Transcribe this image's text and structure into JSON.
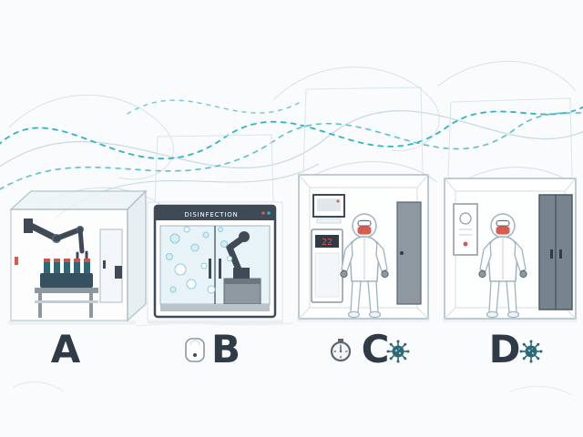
{
  "labels": {
    "room_a": "A",
    "room_b": "B",
    "room_c": "C",
    "room_d": "D"
  },
  "room_b": {
    "header": "DISINFECTION"
  },
  "room_c": {
    "display": "22"
  },
  "icons": {
    "dispenser": "dispenser-icon",
    "stopwatch": "stopwatch-icon",
    "virus_c": "virus-icon",
    "virus_d": "virus-icon"
  },
  "colors": {
    "ink": "#2f3b47",
    "teal": "#2fb4c6",
    "sketch": "#a9bcc7",
    "red": "#d95a4e",
    "dark_slate": "#3e4a56",
    "background": "#fafbfc"
  }
}
